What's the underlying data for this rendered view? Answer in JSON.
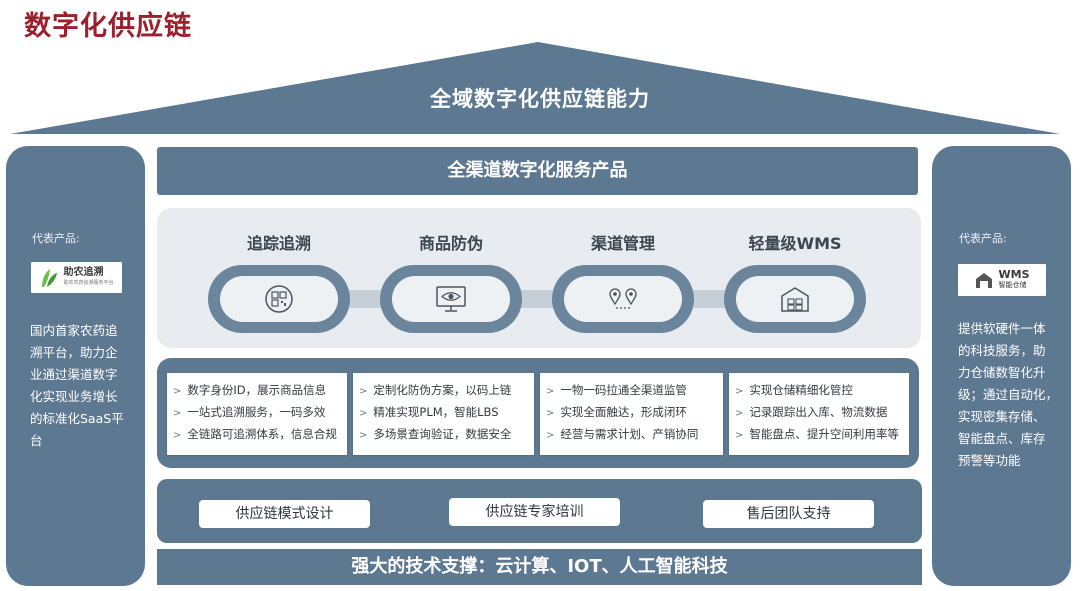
{
  "page_title": "数字化供应链",
  "roof": {
    "title": "全域数字化供应链能力"
  },
  "left_panel": {
    "label": "代表产品:",
    "logo_text": "助农追溯",
    "logo_subtext": "助农农药追溯服务平台",
    "description_lines": [
      "国内首家农药追",
      "溯平台，助力企",
      "业通过渠道数字",
      "化实现业务增长",
      "的标准化SaaS平",
      "台"
    ]
  },
  "right_panel": {
    "label": "代表产品:",
    "logo_text": "WMS",
    "logo_subtext": "智能仓储",
    "description_lines": [
      "提供软硬件一体",
      "的科技服务，助",
      "力仓储数智化升",
      "级；通过自动化，",
      "实现密集存储、",
      "智能盘点、库存",
      "预警等功能"
    ]
  },
  "top_band": {
    "title": "全渠道数字化服务产品"
  },
  "chain": {
    "items": [
      {
        "title": "追踪追溯",
        "icon": "qr-code-icon"
      },
      {
        "title": "商品防伪",
        "icon": "eye-monitor-icon"
      },
      {
        "title": "渠道管理",
        "icon": "location-route-icon"
      },
      {
        "title": "轻量级WMS",
        "icon": "warehouse-icon"
      }
    ]
  },
  "features": [
    {
      "lines": [
        "数字身份ID，展示商品信息",
        "一站式追溯服务，一码多效",
        "全链路可追溯体系，信息合规"
      ]
    },
    {
      "lines": [
        "定制化防伪方案，以码上链",
        "精准实现PLM，智能LBS",
        "多场景查询验证，数据安全"
      ]
    },
    {
      "lines": [
        "一物一码拉通全渠道监管",
        "实现全面触达，形成闭环",
        "经营与需求计划、产销协同"
      ]
    },
    {
      "lines": [
        "实现仓储精细化管控",
        "记录跟踪出入库、物流数据",
        "智能盘点、提升空间利用率等"
      ]
    }
  ],
  "services": {
    "buttons": [
      "供应链模式设计",
      "供应链专家培训",
      "售后团队支持"
    ]
  },
  "bottom_band": {
    "title": "强大的技术支撑：云计算、IOT、人工智能科技"
  },
  "colors": {
    "primary": "#5d7891",
    "title_red": "#9c1f2e",
    "chain_bg": "#e8ecf0"
  }
}
